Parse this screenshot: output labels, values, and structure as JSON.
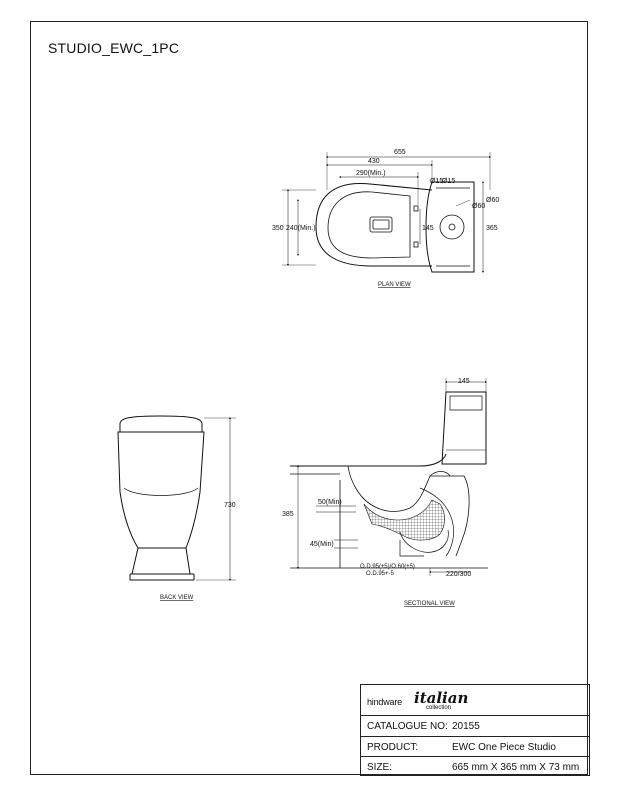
{
  "title": "STUDIO_EWC_1PC",
  "views": {
    "plan": "PLAN VIEW",
    "back": "BACK VIEW",
    "sectional": "SECTIONAL VIEW"
  },
  "dims": {
    "plan_655": "655",
    "plan_430": "430",
    "plan_290": "290(Min.)",
    "plan_d15a": "Ø15",
    "plan_d15b": "Ø15",
    "plan_d60a": "Ø60",
    "plan_d60b": "Ø60",
    "plan_350": "350",
    "plan_240": "240(Min.)",
    "plan_145": "145",
    "plan_365": "365",
    "sec_145": "145",
    "sec_385": "385",
    "sec_50": "50(Min)",
    "sec_45": "45(Min)",
    "sec_od1": "O.D.95(±5)/O.60(±5)",
    "sec_od2": "O.D.95+-5",
    "sec_220": "220/300",
    "back_730": "730"
  },
  "info": {
    "brand_hindware": "hindware",
    "brand_italian": "italian",
    "brand_collection": "collection",
    "catalogue_label": "CATALOGUE NO:",
    "catalogue_value": "20155",
    "product_label": "PRODUCT:",
    "product_value": "EWC One Piece Studio",
    "size_label": "SIZE:",
    "size_value": "665 mm X 365 mm X 73 mm"
  }
}
